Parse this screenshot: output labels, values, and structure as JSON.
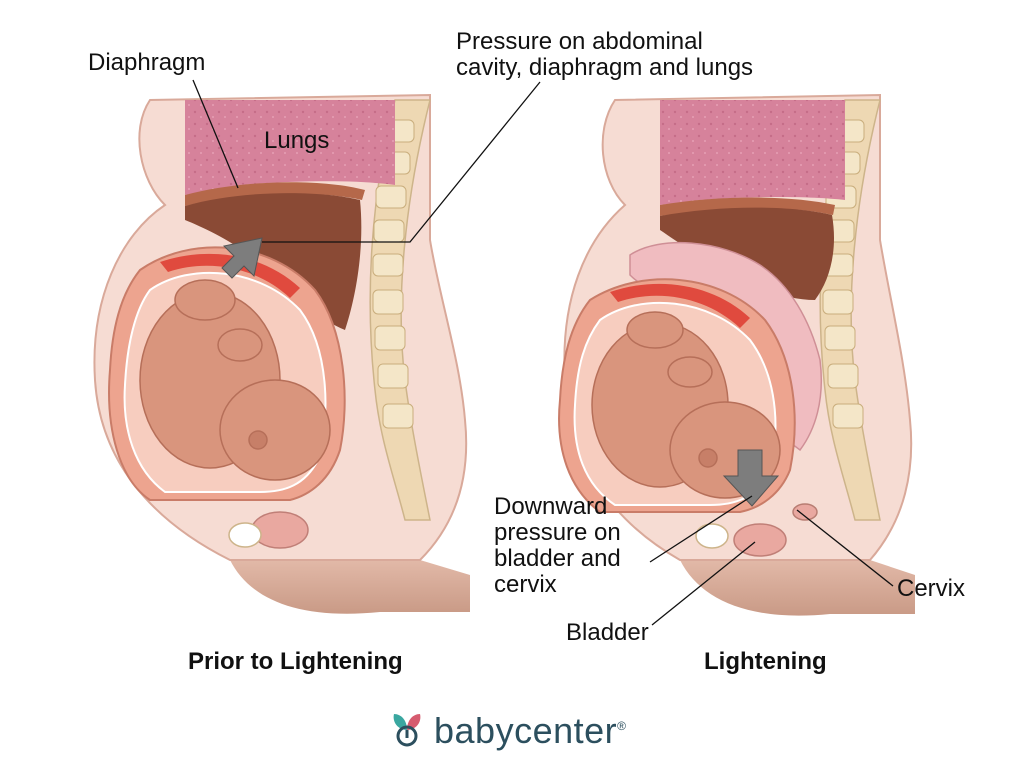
{
  "labels": {
    "diaphragm": "Diaphragm",
    "lungs": "Lungs",
    "pressure_up_line1": "Pressure on abdominal",
    "pressure_up_line2": "cavity, diaphragm and lungs",
    "downward_line1": "Downward",
    "downward_line2": "pressure on",
    "downward_line3": "bladder and",
    "downward_line4": "cervix",
    "bladder": "Bladder",
    "cervix": "Cervix"
  },
  "captions": {
    "left": "Prior to Lightening",
    "right": "Lightening"
  },
  "brand": {
    "name": "babycenter",
    "registered_mark": "®",
    "text_color": "#2c4f5e",
    "icon_colors": [
      "#d65b6f",
      "#3aa7a0",
      "#2c4f5e"
    ]
  },
  "colors": {
    "skin": "#f6dcd3",
    "skin_dark": "#e7b5a6",
    "lungs": "#d6829b",
    "liver": "#8a4a35",
    "diaphragm": "#b5684a",
    "uterus_wall": "#eda48f",
    "muscle": "#e04a3e",
    "fetus": "#d9957d",
    "spine": "#eed8b3",
    "arrow": "#7d7d7d"
  },
  "diagram_icons": [
    "up-arrow-icon",
    "down-arrow-icon"
  ]
}
